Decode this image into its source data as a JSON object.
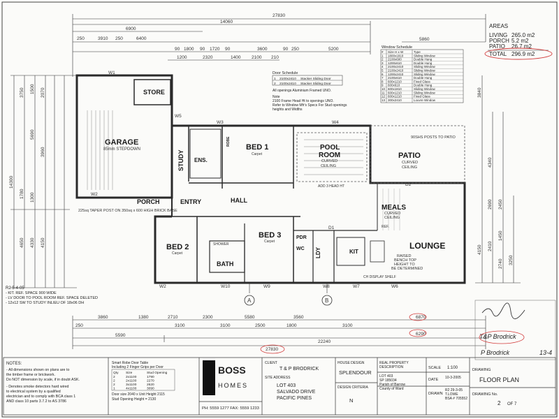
{
  "colors": {
    "line": "#2a2a2a",
    "wall": "#3a3a3a",
    "red": "#d23a3a",
    "hatch": "#6a6a6a"
  },
  "areas": {
    "title": "AREAS",
    "rows": [
      {
        "label": "LIVING",
        "value": "265.0 m2"
      },
      {
        "label": "PORCH",
        "value": "5.2 m2"
      },
      {
        "label": "PATIO",
        "value": "26.7 m2"
      }
    ],
    "total_label": "TOTAL",
    "total_value": "296.9 m2"
  },
  "window_schedule": {
    "title": "Window Schedule",
    "header": [
      "#",
      "Size H x W",
      "Type"
    ],
    "rows": [
      [
        "1",
        "1800x1810",
        "Sliding Window"
      ],
      [
        "2",
        "2100x600",
        "Double Hung"
      ],
      [
        "3",
        "1200x610",
        "Double Hung"
      ],
      [
        "4",
        "2100x2410",
        "Sliding Window"
      ],
      [
        "5",
        "2100x2410",
        "Sliding Window"
      ],
      [
        "6",
        "1200x2410",
        "Sliding Window"
      ],
      [
        "7",
        "2100x610",
        "Double Hung"
      ],
      [
        "8",
        "600x1210",
        "Fixed Glass"
      ],
      [
        "9",
        "600x610",
        "Double Hung"
      ],
      [
        "10",
        "600x1810",
        "Sliding Window"
      ],
      [
        "11",
        "600x1210",
        "Sliding Window"
      ],
      [
        "12",
        "600x1210",
        "Fixed Glass"
      ],
      [
        "13",
        "300x2410",
        "Louvre Window"
      ]
    ]
  },
  "door_schedule": {
    "title": "Door Schedule",
    "rows": [
      [
        "1",
        "2100x2410",
        "Stacker Sliding Door"
      ],
      [
        "2",
        "2100x2410",
        "Stacker Sliding Door"
      ]
    ],
    "note1": "All openings Aluminium Framed UNO.",
    "note2": "Note",
    "note3": "2100 Frame Head Ht to openings UNO.",
    "note4": "Refer to Window Mfr's Specs For Stud openings",
    "note5": "heights and Widths"
  },
  "dims": {
    "top_overall": "27830",
    "top_second": "14060",
    "top_left": "6900",
    "top_row": [
      "250",
      "3910",
      "250",
      "6400",
      "90",
      "1800",
      "90",
      "1720",
      "90",
      "3600",
      "90",
      "250"
    ],
    "top_row_right": "5860",
    "top_mid": "5200",
    "top_row3": [
      "1200",
      "2320",
      "1400",
      "2100",
      "210"
    ],
    "bottom_row1": [
      "3860",
      "1380",
      "2710",
      "2300",
      "5580",
      "3560",
      "6870"
    ],
    "bottom_row2": [
      "250",
      "3100",
      "3100",
      "2500",
      "1800",
      "3100",
      "6290"
    ],
    "bottom_row3": [
      "5590",
      "22240"
    ],
    "bottom_overall": "27830",
    "left_dims": [
      "3750",
      "1500",
      "2070",
      "5690",
      "3960",
      "14300",
      "1780",
      "1300",
      "4650",
      "4330",
      "4150"
    ],
    "right_dims": [
      "3840",
      "4340",
      "2450",
      "2690",
      "1450",
      "2410",
      "4150",
      "2740",
      "3250"
    ]
  },
  "rooms": {
    "garage": "GARAGE",
    "garage_sub": "85mm STEPDOWN",
    "store": "STORE",
    "study": "STUDY",
    "ens": "ENS.",
    "bed1": "BED 1",
    "bed1_sub": "Carpet",
    "pool": "POOL",
    "pool2": "ROOM",
    "pool_sub1": "CURVED",
    "pool_sub2": "CEILING",
    "patio": "PATIO",
    "patio_sub1": "CURVED",
    "patio_sub2": "CEILING",
    "porch": "PORCH",
    "entry": "ENTRY",
    "hall": "HALL",
    "meals": "MEALS",
    "meals_sub1": "CURVED",
    "meals_sub2": "CEILING",
    "lounge": "LOUNGE",
    "bed2": "BED 2",
    "bed2_sub": "Carpet",
    "bed3": "BED 3",
    "bed3_sub": "Carpet",
    "bath": "BATH",
    "lndy": "LDY",
    "kit": "KIT",
    "pdr": "PDR",
    "wc": "WC",
    "robe": "ROBE",
    "shower": "SHOWER",
    "raised1": "RAISED",
    "raised2": "BENCH TOP",
    "raised3": "HEIGHT TO",
    "raised4": "BE DETERMINED"
  },
  "notes_left": {
    "rev": "R2 5-4-05",
    "n1": "- KIT. REF. SPACE 900 WIDE",
    "n2": "- LV DOOR TO POOL ROOM REF. SPACE DELETED",
    "n3": "- 12x12 SW TO STUDY INLIEU OF 18x06 DH"
  },
  "notes_block": {
    "title": "NOTES:",
    "l1": "- All dimensions shown on plans are to",
    "l2": "  the timber frame or brickwork.",
    "l3": "  Do NOT dimension by scale, if in doubt ASK.",
    "l4": "- Denotes smoke detectors hard wired",
    "l5": "  to electrical system by a qualified",
    "l6": "  electrician and to comply with BCA class 1",
    "l7": "  AND class 10 parts 3.7.2 to AS 3786"
  },
  "door_table": {
    "title1": "Smart Robe Door Table",
    "title2": "Including 2 Finger Grips per Door",
    "header": [
      "Qty",
      "Size",
      "Stud Opening"
    ],
    "rows": [
      [
        "2",
        "2x1100",
        "1790"
      ],
      [
        "2",
        "2x1100",
        "2270"
      ],
      [
        "2",
        "3x1100",
        "2620"
      ],
      [
        "1",
        "4x1100",
        "3090"
      ]
    ],
    "foot1": "Door size 2040 x Unit Height 2115",
    "foot2": "Stud Opening Height = 2130"
  },
  "logo": {
    "name1": "BOSS",
    "name2": "HOMES",
    "phone": "PH: 5559 1277 FAX: 5559 1233"
  },
  "title_block": {
    "client_label": "CLIENT",
    "client": "T & P BRODRICK",
    "site_label": "SITE ADDRESS",
    "site1": "LOT 403",
    "site2": "SALVADO DRIVE",
    "site3": "PACIFIC PINES",
    "design_label": "HOUSE DESIGN",
    "design": "SPLENDOUR",
    "criteria_label": "DESIGN CRITERIA",
    "criteria": "N",
    "property_label1": "REAL PROPERTY",
    "property_label2": "DESCRIPTION",
    "prop1": "LOT 403",
    "prop2": "SP 185034",
    "prop3": "Parish of Barrow",
    "prop4": "County of Ward",
    "scale_label": "SCALE",
    "scale": "1:100",
    "date_label": "DATE",
    "date": "10-3-2005",
    "drawn_label": "DRAWN",
    "drawn1": "R2 29-3-05",
    "drawn2": "T.LOWE",
    "drawn3": "BSA # 705552",
    "drawing_label": "DRAWING",
    "drawing": "FLOOR PLAN",
    "drawno_label": "DRAWING No.",
    "drawno": "2",
    "of": "OF 7"
  },
  "sign_text": {
    "a": "T&P Brodrick",
    "b": "P Brodrick",
    "c": "13-4"
  },
  "legend_labels": {
    "w1": "W1",
    "w2": "W2",
    "w3": "W3",
    "w4": "W4",
    "w5": "W5",
    "w6": "W6",
    "w7": "W7",
    "w8": "W8",
    "w9": "W9",
    "w10": "W10",
    "d1": "D1",
    "d2": "D2",
    "section_a": "A",
    "section_b": "B",
    "posts": "90SHS POSTS TO PATIO",
    "tapered": "225sq TAPER POST ON 350sq x 600 HIGH BRICK BASE",
    "fridge": "REF.",
    "shelf": "CH DISPLAY SHELF",
    "pool_ht": "ADD 3 HEAD HT"
  }
}
